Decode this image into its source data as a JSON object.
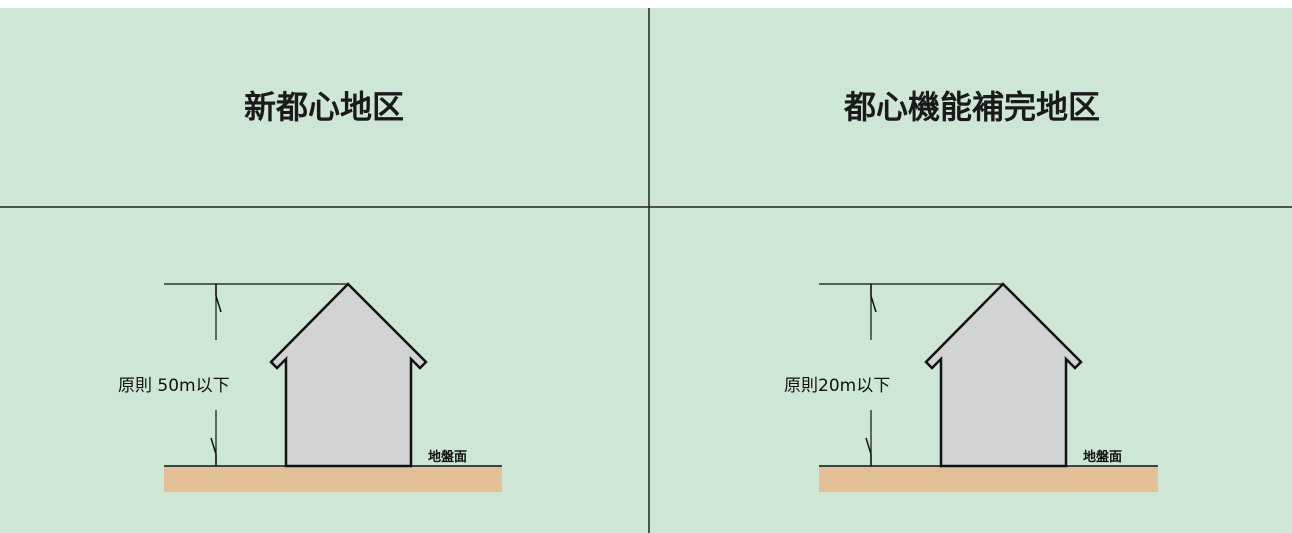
{
  "colors": {
    "background": "#cde6d6",
    "divider": "#222222",
    "house_fill": "#d2d3d5",
    "house_stroke": "#111111",
    "ground": "#e3bf97"
  },
  "panels": [
    {
      "title": "新都心地区",
      "height_label": "原則 50m以下",
      "ground_label": "地盤面"
    },
    {
      "title": "都心機能補完地区",
      "height_label": "原則20m以下",
      "ground_label": "地盤面"
    }
  ]
}
